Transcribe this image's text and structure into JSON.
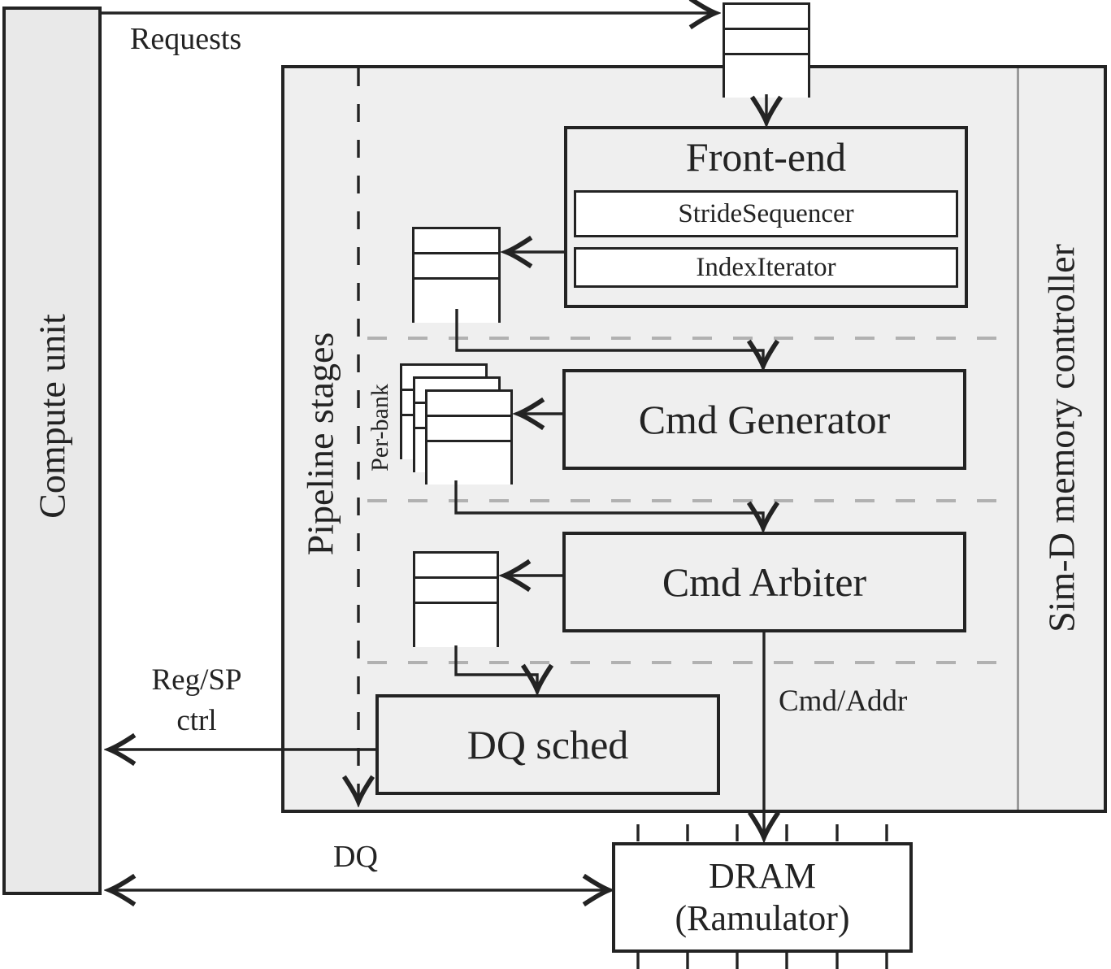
{
  "diagram": {
    "compute_unit": {
      "label": "Compute unit"
    },
    "memory_controller": {
      "label": "Sim-D memory controller"
    },
    "pipeline_stages": {
      "label": "Pipeline stages"
    },
    "per_bank": {
      "label": "Per-bank"
    },
    "front_end": {
      "title": "Front-end",
      "sub_blocks": [
        "StrideSequencer",
        "IndexIterator"
      ]
    },
    "cmd_generator": {
      "title": "Cmd Generator"
    },
    "cmd_arbiter": {
      "title": "Cmd Arbiter"
    },
    "dq_sched": {
      "title": "DQ sched"
    },
    "dram": {
      "line1": "DRAM",
      "line2": "(Ramulator)"
    },
    "signals": {
      "requests": "Requests",
      "cmd_addr": "Cmd/Addr",
      "reg_sp_line1": "Reg/SP",
      "reg_sp_line2": "ctrl",
      "dq": "DQ"
    },
    "colors": {
      "line": "#232323",
      "panel_fill": "#efefef",
      "compute_fill": "#e9e9e9",
      "white_fill": "#ffffff",
      "stage_separator": "#b1b1b1",
      "strip_divider": "#9a9a9a"
    }
  }
}
